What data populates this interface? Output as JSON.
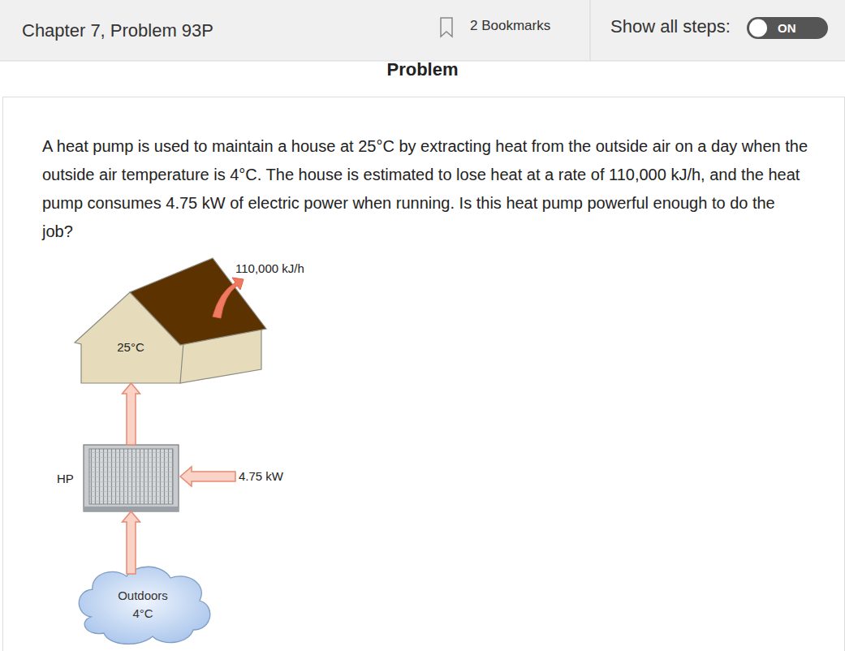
{
  "diagram": {
    "title": "Problem",
    "nodes": [
      {
        "text": [
          "25°C"
        ]
      },
      {
        "text": [
          "HP"
        ]
      },
      {
        "text": [
          "Outdoors 4°C"
        ]
      }
    ],
    "edges": [
      {
        "from": 2,
        "to": 1,
        "arrow": "to"
      },
      {
        "from": 1,
        "to": 0,
        "arrow": "to"
      }
    ],
    "labels": [
      "Chapter 7, Problem 93P",
      "2 Bookmarks",
      "Show all steps:",
      "ON",
      "A heat pump is used to maintain a house at 25°C by extracting heat from the outside air on a day when the outside air temperature is 4°C. The house is estimated to lose heat at a rate of 110,000 kJ/h, and the heat pump consumes 4.75 kW of electric power when running. Is this heat pump powerful enough to do the job?",
      "110,000 kJ/h",
      "4.75 kW"
    ]
  }
}
